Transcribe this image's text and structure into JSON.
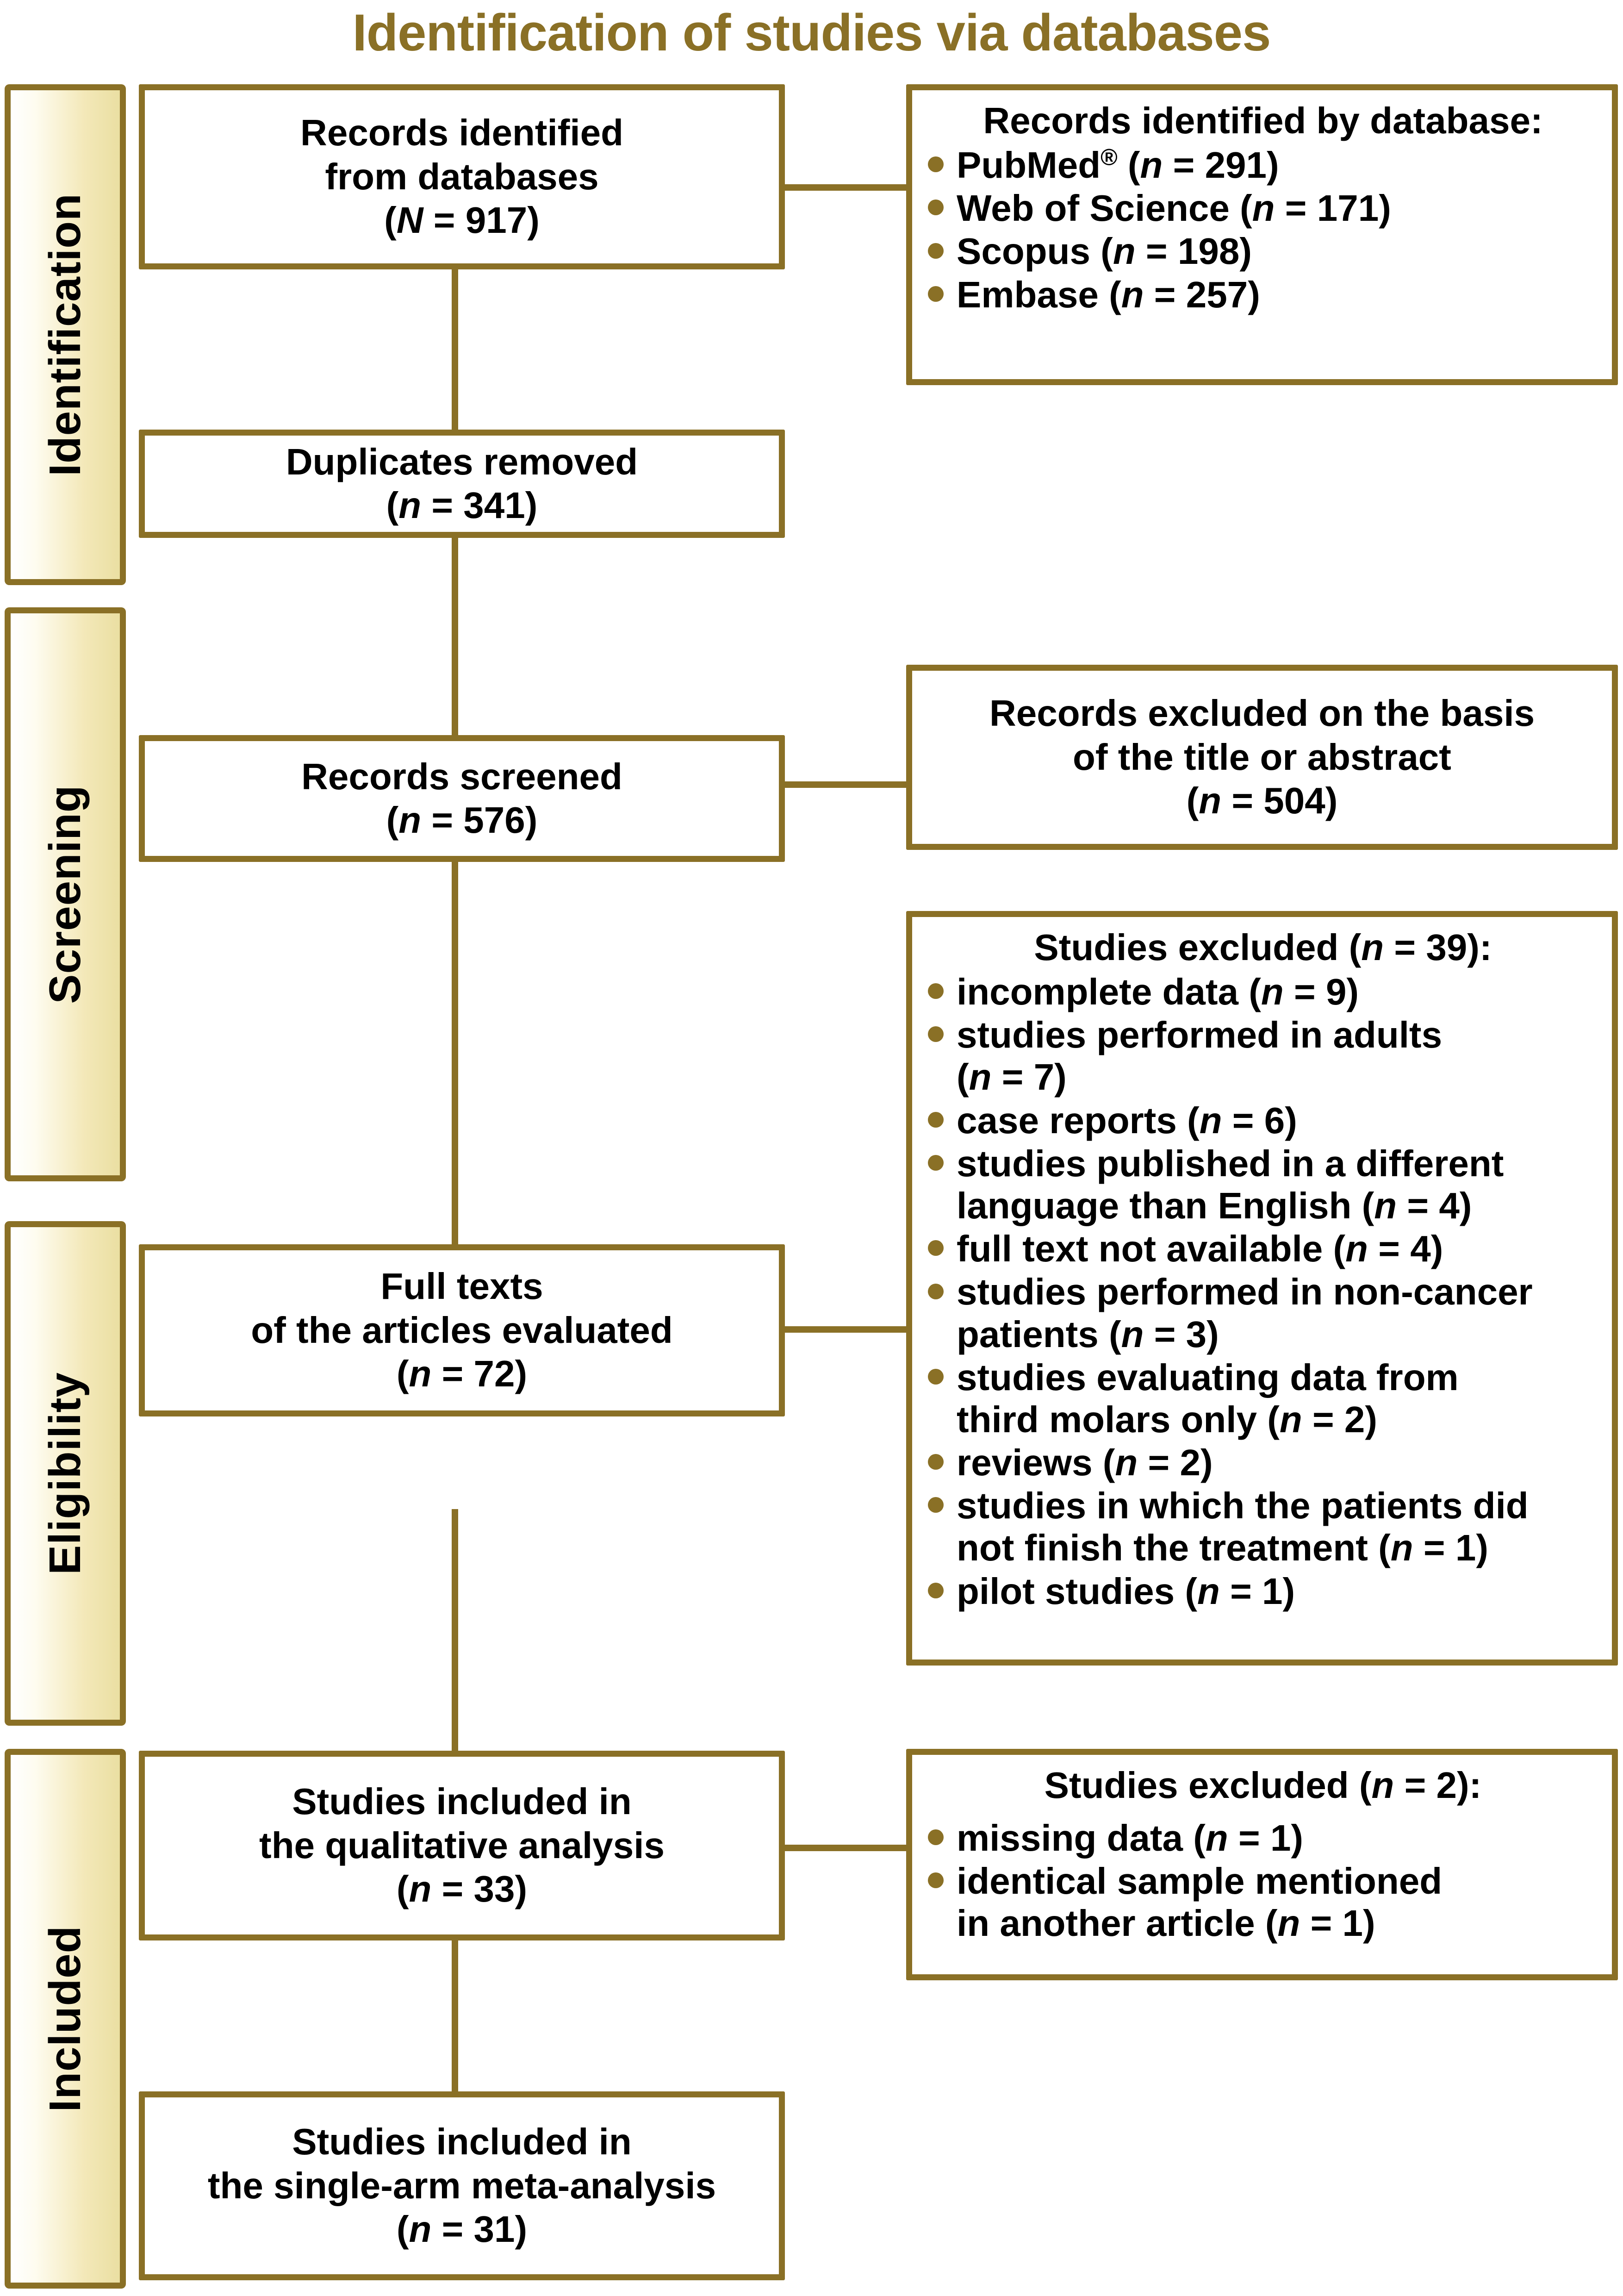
{
  "title": "Identification of studies via databases",
  "colors": {
    "accent": "#8A7026",
    "band_fill": "#EADFA2",
    "text": "#000000"
  },
  "phases": [
    {
      "label": "Identification"
    },
    {
      "label": "Screening"
    },
    {
      "label": "Eligibility"
    },
    {
      "label": "Included"
    }
  ],
  "flow": {
    "records_identified": {
      "line1": "Records identified",
      "line2": "from databases",
      "line3": "(N = 917)"
    },
    "duplicates_removed": {
      "line1": "Duplicates removed",
      "line2": "(n = 341)"
    },
    "records_screened": {
      "line1": "Records screened",
      "line2": "(n = 576)"
    },
    "full_texts": {
      "line1": "Full texts",
      "line2": "of the articles evaluated",
      "line3": "(n = 72)"
    },
    "qualitative": {
      "line1": "Studies included in",
      "line2": "the qualitative analysis",
      "line3": "(n = 33)"
    },
    "meta_analysis": {
      "line1": "Studies included in",
      "line2": "the single-arm meta-analysis",
      "line3": "(n = 31)"
    }
  },
  "side": {
    "databases": {
      "header": "Records identified by database:",
      "items": [
        "PubMed® (n = 291)",
        "Web of Science (n = 171)",
        "Scopus (n = 198)",
        "Embase (n = 257)"
      ]
    },
    "records_excluded_title_abstract": {
      "line1": "Records excluded on the basis",
      "line2": "of the title or abstract",
      "line3": "(n = 504)"
    },
    "studies_excluded_39": {
      "header": "Studies excluded (n = 39):",
      "items": [
        "incomplete data (n = 9)",
        "studies performed in adults (n = 7)",
        "case reports (n = 6)",
        "studies published in a different language than English (n = 4)",
        "full text not available (n = 4)",
        "studies performed in non-cancer patients (n = 3)",
        "studies evaluating data from third molars only (n = 2)",
        "reviews (n = 2)",
        "studies in which the patients did not finish the treatment (n = 1)",
        "pilot studies (n = 1)"
      ]
    },
    "studies_excluded_2": {
      "header": "Studies excluded (n = 2):",
      "items": [
        "missing data (n = 1)",
        "identical sample mentioned in another article (n = 1)"
      ]
    }
  }
}
